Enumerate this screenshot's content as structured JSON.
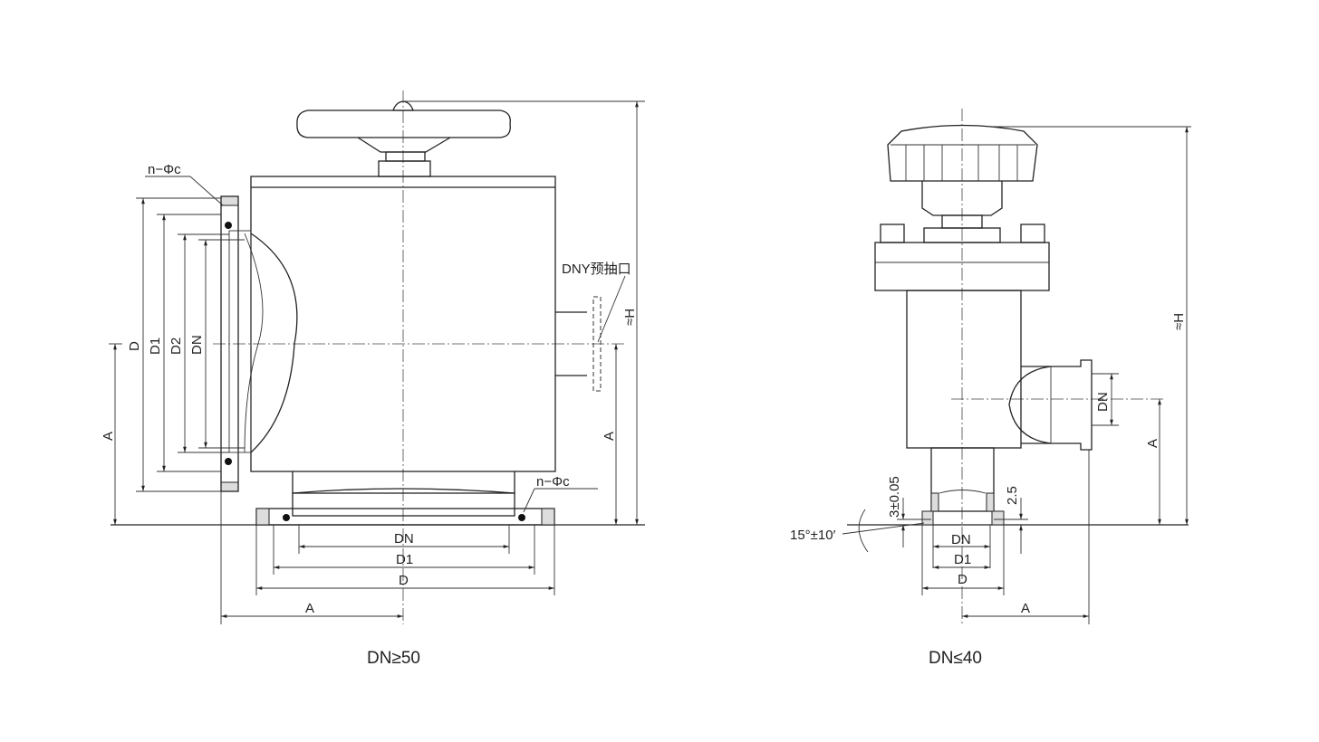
{
  "left_view": {
    "caption": "DN≥50",
    "labels": {
      "hole_spec_top": "n−Φc",
      "hole_spec_bottom": "n−Φc",
      "pre_pump_port": "DNY预抽口",
      "height": "≈H"
    },
    "vertical_dims": {
      "D": "D",
      "D1": "D1",
      "D2": "D2",
      "DN": "DN",
      "A_left": "A",
      "A_right": "A"
    },
    "bottom_dims": {
      "DN": "DN",
      "D1": "D1",
      "D": "D",
      "A": "A"
    }
  },
  "right_view": {
    "caption": "DN≤40",
    "labels": {
      "height": "≈H",
      "tolerance": "3±0.05",
      "depth": "2.5",
      "angle": "15°±10′"
    },
    "side_dims": {
      "DN": "DN",
      "A": "A"
    },
    "bottom_dims": {
      "DN": "DN",
      "D1": "D1",
      "D": "D",
      "A": "A"
    }
  }
}
